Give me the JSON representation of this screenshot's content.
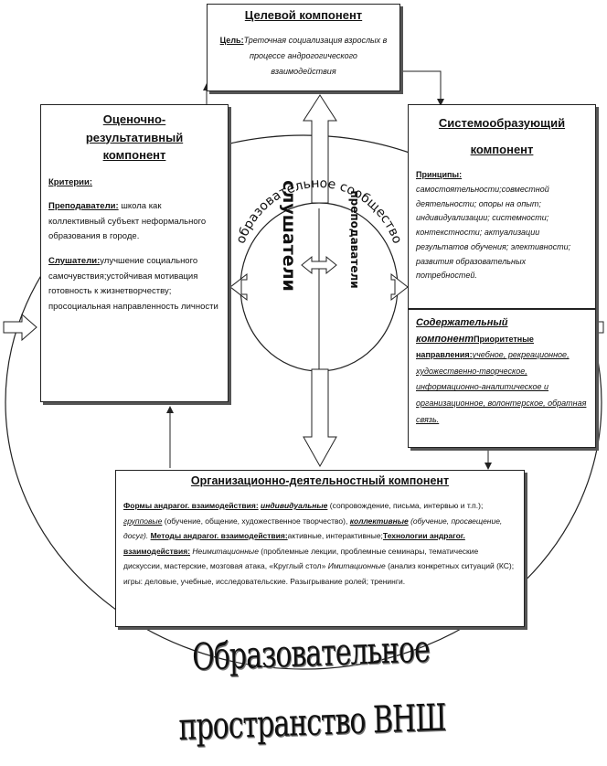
{
  "target": {
    "title": "Целевой компонент",
    "goal_label": "Цель:",
    "goal_text": "Треточная  социализация взрослых  в процессе  андрогогического взаимодействия"
  },
  "evaluative": {
    "title_l1": "Оценочно-",
    "title_l2": "результативный",
    "title_l3": "компонент",
    "criteria_label": "Критерии:",
    "teachers_label": "Преподаватели:",
    "teachers_text": "  школа как коллективный субъект неформального образования в городе.",
    "listeners_label": "Слушатели:",
    "listeners_text": "улучшение социального самочувствия;устойчивая мотивация готовность к жизнетворчеству; просоциальная направленность личности"
  },
  "system": {
    "title_l1": "Системообразующий",
    "title_l2": "компонент",
    "principles_label": "Принципы:",
    "principles_text": "самостоятельности;совместной деятельности; опоры на опыт; индивидуализации;  системности; контекстности; актуализации результатов обучения; элективности; развития образовательных потребностей."
  },
  "content": {
    "title_l1": "Содержательный",
    "title_l2": "компонент",
    "priority_label": "Приоритетные направления:",
    "priority_text": "учебное, рекреационное,  художественно-творческое, информационно-аналитическое и организационное,  волонтерское, обратная связь."
  },
  "organizational": {
    "title": "Организационно-деятельностный компонент",
    "forms_label": "Формы андрагог. взаимодействия:",
    "individual_label": "индивидуальные",
    "individual_text": " (сопровождение, письма, интервью и т.п.);",
    "group_label": "групповые",
    "group_text": " (обучение, общение, художественное творчество),",
    "collective_label": "коллективные",
    "collective_text": " (обучение, просвещение, досуг).",
    "methods_label": "Методы андрагог. взаимодействия:",
    "methods_text": "активные, интерактивные;",
    "tech_label": "Технологии андрагог. взаимодействия:",
    "nonimitation_label": "Неимитационные",
    "nonimitation_text": "  (проблемные лекции, проблемные семинары, тематические дискуссии, мастерские, мозговая атака, «Круглый стол»",
    "imitation_label": "Имитационные",
    "imitation_text": "  (анализ конкретных ситуаций (КС); игры: деловые, учебные, исследовательские. Разыгрывание ролей; тренинги."
  },
  "center": {
    "arc_text": "образовательное сообщество",
    "listeners": "слушатели",
    "teachers": "преподаватели"
  },
  "bottom_title": "Образовательное пространство ВНШ",
  "colors": {
    "line": "#222222",
    "shadow": "#555555",
    "background": "#ffffff"
  }
}
